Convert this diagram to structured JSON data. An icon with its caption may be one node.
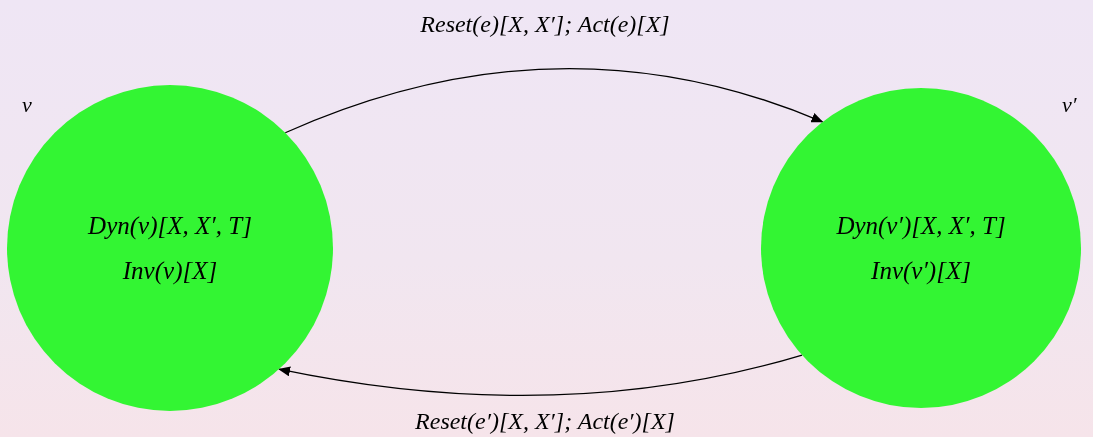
{
  "diagram": {
    "nodes": [
      {
        "text": [
          "v",
          "Dyn(v)[X, X′, T]",
          "Inv(v)[X]"
        ]
      },
      {
        "text": [
          "v′",
          "Dyn(v′)[X, X′, T]",
          "Inv(v′)[X]"
        ]
      }
    ],
    "edges": [
      {
        "from": 0,
        "to": 1,
        "arrow": "to",
        "label": "Reset(e)[X, X′]; Act(e)[X]"
      },
      {
        "from": 1,
        "to": 0,
        "arrow": "to",
        "label": "Reset(e′)[X, X′]; Act(e′)[X]"
      }
    ]
  }
}
